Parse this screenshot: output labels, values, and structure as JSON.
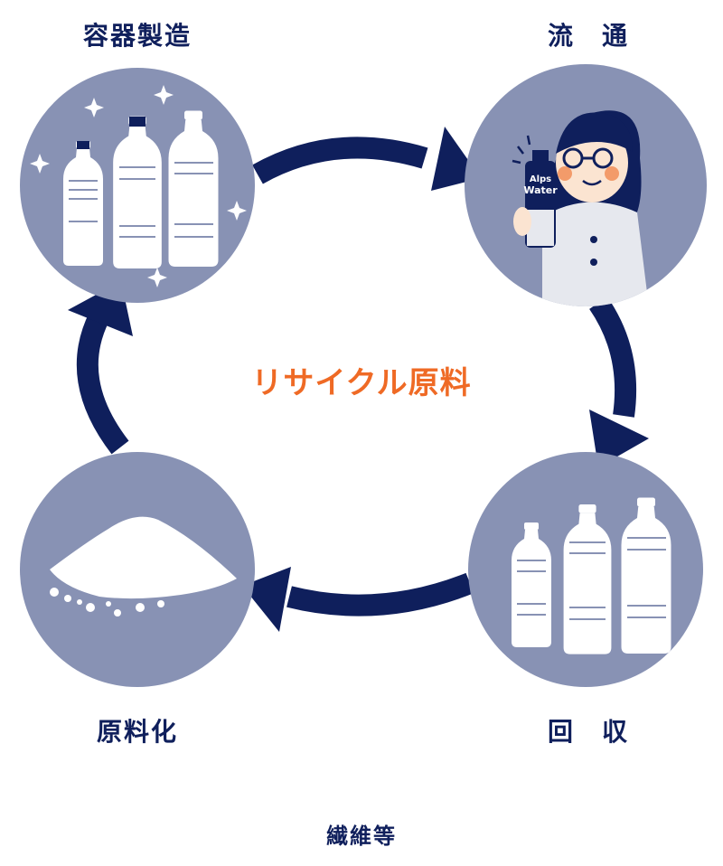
{
  "colors": {
    "navy": "#0f1f5c",
    "circle": "#8892b4",
    "accent": "#ef6a25",
    "skin": "#fbe4d1",
    "blouse": "#e6e8ee",
    "white": "#ffffff"
  },
  "stages": {
    "manufacturing": "容器製造",
    "distribution": "流　通",
    "collection": "回　収",
    "raw_material": "原料化"
  },
  "center_label": "リサイクル原料",
  "fiber_label": "繊維等",
  "bottle_label": {
    "brand": "Alps",
    "name": "Water"
  },
  "icons": {
    "manufacturing": "new-bottles-icon",
    "distribution": "woman-holding-bottle-icon",
    "collection": "empty-bottles-icon",
    "raw_material": "plastic-flakes-icon"
  }
}
